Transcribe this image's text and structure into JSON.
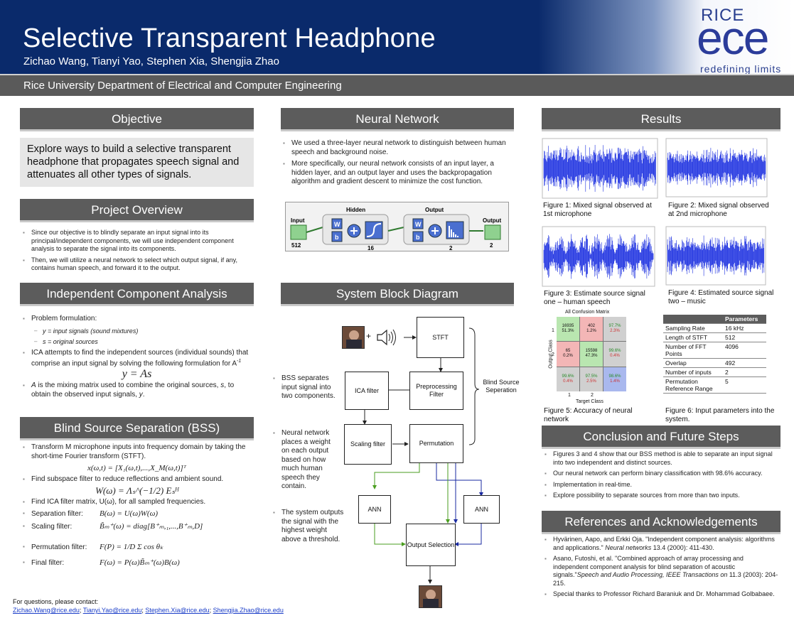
{
  "header": {
    "title": "Selective Transparent Headphone",
    "authors": "Zichao Wang, Tianyi Yao, Stephen Xia, Shengjia Zhao",
    "department": "Rice University Department of Electrical and Computer Engineering",
    "logo": {
      "rice": "RICE",
      "ece": "ece",
      "tagline": "redefining  limits"
    }
  },
  "objective": {
    "heading": "Objective",
    "text": "Explore ways to build a selective transparent headphone that propagates speech signal and attenuates all other types of signals."
  },
  "project_overview": {
    "heading": "Project Overview",
    "bullets": [
      "Since our objective is to blindly separate an input signal into its principal/independent components, we will use independent component analysis to separate the signal into its components.",
      "Then, we will utilize a neural network to select which output signal, if any, contains human speech, and forward it to the output."
    ]
  },
  "ica": {
    "heading": "Independent Component Analysis",
    "b1": "Problem formulation:",
    "s1": "y = input signals (sound mixtures)",
    "s2": "s = original sources",
    "b2": "ICA attempts to find the independent sources (individual sounds) that comprise an input signal by solving the following formulation for A",
    "b2_sup": "-1",
    "eq": "y = As",
    "b3a": "A",
    "b3b": " is the mixing matrix used to combine the original sources, ",
    "b3c": "s",
    "b3d": ", to obtain the observed input signals, ",
    "b3e": "y",
    "b3f": "."
  },
  "bss": {
    "heading": "Blind Source Separation (BSS)",
    "b1": "Transform M microphone inputs into frequency domain by taking the short-time Fourier transform (STFT).",
    "eq1": "x(ω,t) = [X₁(ω,t),...,X_M(ω,t)]ᵀ",
    "b2": "Find subspace filter to reduce reflections and ambient sound.",
    "eq2": "W(ω) = Λₛ^(−1/2) Eₛᴴ",
    "b3": "Find ICA filter matrix, U(ω), for all sampled frequencies.",
    "sep_label": "Separation filter:",
    "sep_eq": "B(ω) = U(ω)W(ω)",
    "scal_label": "Scaling filter:",
    "scal_eq": "B̃ₘ⁺(ω) = diag[B⁺ₘ,₁,...,B⁺ₘ,D]",
    "perm_label": "Permutation filter:",
    "perm_eq": "F(P) = 1/D Σ cos θₖ",
    "final_label": "Final filter:",
    "final_eq": "F(ω) = P(ω)B̃ₘ⁺(ω)B(ω)"
  },
  "contact": {
    "intro": "For questions, please contact:",
    "emails": [
      "Zichao.Wang@rice.edu",
      "Tianyi.Yao@rice.edu",
      "Stephen.Xia@rice.edu",
      "Shengjia.Zhao@rice.edu"
    ]
  },
  "neural_network": {
    "heading": "Neural Network",
    "bullets": [
      "We used a three-layer neural network to distinguish between human speech and background noise.",
      "More specifically, our neural network consists of an input layer, a hidden layer, and an output layer and uses the backpropagation algorithm and gradient descent to minimize the cost function."
    ],
    "diagram": {
      "input_label": "Input",
      "input_size": "512",
      "hidden_label": "Hidden",
      "hidden_size": "16",
      "output_label": "Output",
      "output_size": "2",
      "final_output_label": "Output",
      "final_output_size": "2",
      "w": "W",
      "b": "b"
    }
  },
  "block_diagram": {
    "heading": "System Block Diagram",
    "blocks": {
      "stft": "STFT",
      "ica": "ICA filter",
      "pre": "Preprocessing Filter",
      "scaling": "Scaling filter",
      "perm": "Permutation",
      "ann1": "ANN",
      "ann2": "ANN",
      "output": "Output Selection",
      "bss": "Blind Source Seperation",
      "plus": "+"
    },
    "notes": [
      "BSS separates input signal into two components.",
      "Neural network places a weight on each output based on how much human speech they contain.",
      "The system outputs the signal with the highest weight above a threshold."
    ]
  },
  "results": {
    "heading": "Results",
    "fig1": "Figure 1: Mixed signal observed at 1st microphone",
    "fig2": "Figure 2: Mixed signal observed at 2nd microphone",
    "fig3": "Figure 3: Estimate source signal one – human speech",
    "fig4": "Figure 4: Estimated source signal two – music",
    "fig5": "Figure 5: Accuracy of neural network",
    "fig6": "Figure 6: Input parameters into the system.",
    "confusion": {
      "title": "All Confusion Matrix",
      "ylabel": "Output Class",
      "xlabel": "Target Class",
      "row_labels": [
        "1",
        "2",
        ""
      ],
      "col_labels": [
        "1",
        "2",
        ""
      ],
      "cells": [
        [
          "16935",
          "51.3%",
          "402",
          "1.2%",
          "97.7%",
          "2.3%"
        ],
        [
          "65",
          "0.2%",
          "15598",
          "47.3%",
          "99.6%",
          "0.4%"
        ],
        [
          "99.6%",
          "0.4%",
          "97.5%",
          "2.5%",
          "98.6%",
          "1.4%"
        ]
      ]
    },
    "params": {
      "header": "Parameters",
      "rows": [
        [
          "Sampling Rate",
          "16 kHz"
        ],
        [
          "Length of STFT",
          "512"
        ],
        [
          "Number of FFT Points",
          "4096"
        ],
        [
          "Overlap",
          "492"
        ],
        [
          "Number of inputs",
          "2"
        ],
        [
          "Permutation Reference Range",
          "5"
        ]
      ]
    }
  },
  "conclusion": {
    "heading": "Conclusion and Future Steps",
    "bullets": [
      "Figures 3 and 4 show that our BSS method is able to separate an input signal into two independent and distinct sources.",
      "Our neural network can perform binary classification with 98.6% accuracy.",
      "Implementation in real-time.",
      "Explore possibility to separate sources from more than two inputs."
    ]
  },
  "references": {
    "heading": "References and Acknowledgements",
    "r1a": "Hyvärinen, Aapo, and Erkki Oja. \"Independent component analysis: algorithms and applications.\" ",
    "r1b": "Neural networks",
    "r1c": " 13.4 (2000): 411-430.",
    "r2a": "Asano, Futoshi, et al. \"Combined approach of array processing and independent component analysis for blind separation of acoustic signals.\"",
    "r2b": "Speech and Audio Processing, IEEE Transactions on",
    "r2c": " 11.3 (2003): 204-215.",
    "r3": "Special thanks to Professor Richard Baraniuk and  Dr. Mohammad Golbabaee."
  },
  "colors": {
    "header": "#0a2a6b",
    "section": "#5c5c5c",
    "waveform": "#1a2ee0"
  }
}
